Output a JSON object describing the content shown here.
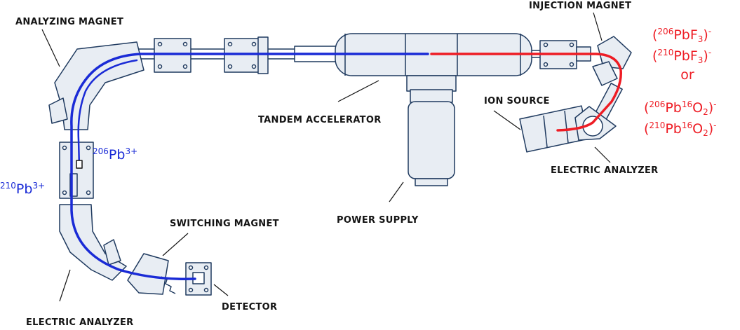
{
  "colors": {
    "outline": "#1f3a5f",
    "fill": "#e8edf3",
    "blue_beam": "#1a2bd6",
    "red_beam": "#ee1c24",
    "label": "#141414"
  },
  "labels": {
    "analyzing_magnet": "ANALYZING MAGNET",
    "injection_magnet": "INJECTION MAGNET",
    "tandem_accelerator": "TANDEM ACCELERATOR",
    "ion_source": "ION SOURCE",
    "electric_analyzer_right": "ELECTRIC ANALYZER",
    "switching_magnet": "SWITCHING MAGNET",
    "power_supply": "POWER SUPPLY",
    "detector": "DETECTOR",
    "electric_analyzer_left": "ELECTRIC ANALYZER"
  },
  "ions": {
    "pb206_3plus": {
      "mass": "206",
      "element": "Pb",
      "charge": "3+"
    },
    "pb210_3plus": {
      "mass": "210",
      "element": "Pb",
      "charge": "3+"
    },
    "pbf3_206": {
      "open": "(",
      "mass": "206",
      "formula": "PbF",
      "sub": "3",
      "close": ")",
      "charge": "-"
    },
    "pbf3_210": {
      "open": "(",
      "mass": "210",
      "formula": "PbF",
      "sub": "3",
      "close": ")",
      "charge": "-"
    },
    "or_text": "or",
    "pbo2_206": {
      "open": "(",
      "mass": "206",
      "element": "Pb",
      "o_mass": "16",
      "o": "O",
      "sub": "2",
      "close": ")",
      "charge": "-"
    },
    "pbo2_210": {
      "open": "(",
      "mass": "210",
      "element": "Pb",
      "o_mass": "16",
      "o": "O",
      "sub": "2",
      "close": ")",
      "charge": "-"
    }
  }
}
